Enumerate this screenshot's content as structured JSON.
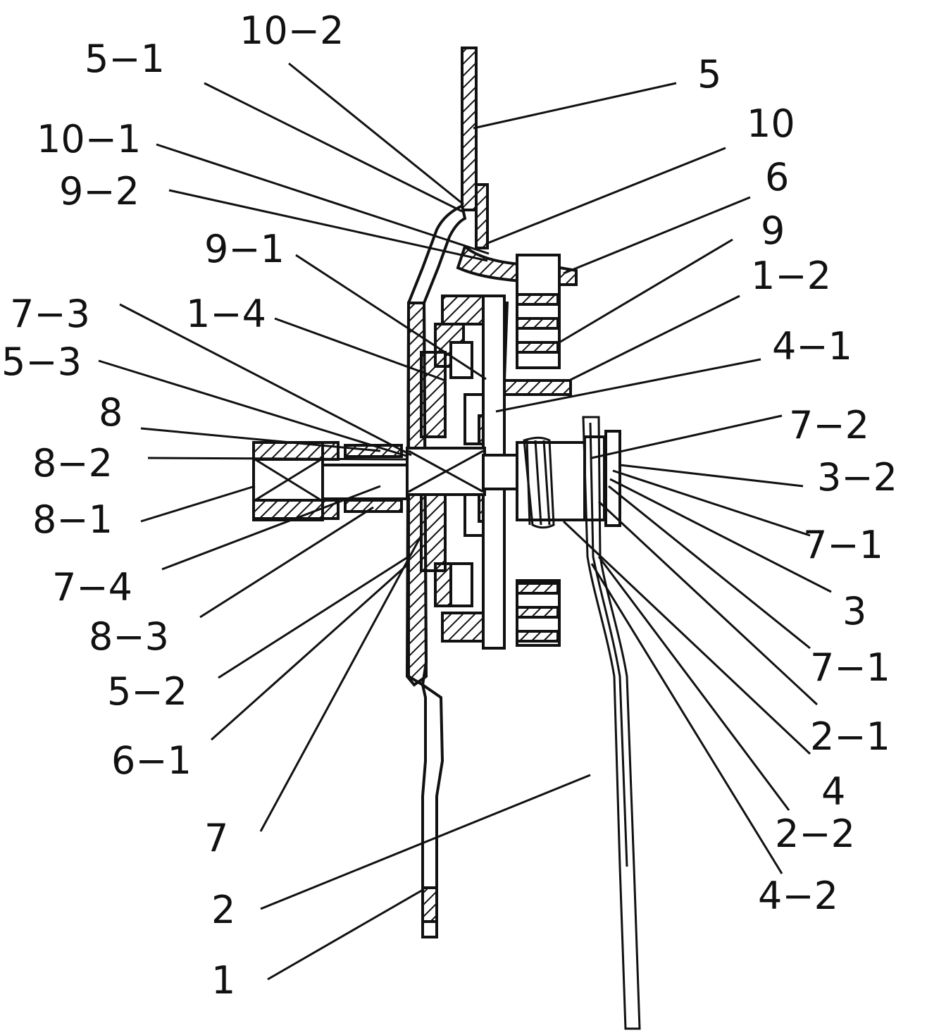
{
  "figure": {
    "labels": [
      {
        "id": "l-10-2",
        "text": "10−2"
      },
      {
        "id": "l-5-1",
        "text": "5−1"
      },
      {
        "id": "l-5",
        "text": "5"
      },
      {
        "id": "l-10",
        "text": "10"
      },
      {
        "id": "l-10-1",
        "text": "10−1"
      },
      {
        "id": "l-6",
        "text": "6"
      },
      {
        "id": "l-9-2",
        "text": "9−2"
      },
      {
        "id": "l-9",
        "text": "9"
      },
      {
        "id": "l-9-1",
        "text": "9−1"
      },
      {
        "id": "l-1-2",
        "text": "1−2"
      },
      {
        "id": "l-7-3",
        "text": "7−3"
      },
      {
        "id": "l-1-4",
        "text": "1−4"
      },
      {
        "id": "l-4-1",
        "text": "4−1"
      },
      {
        "id": "l-5-3",
        "text": "5−3"
      },
      {
        "id": "l-8",
        "text": "8"
      },
      {
        "id": "l-7-2",
        "text": "7−2"
      },
      {
        "id": "l-8-2",
        "text": "8−2"
      },
      {
        "id": "l-3-2",
        "text": "3−2"
      },
      {
        "id": "l-8-1",
        "text": "8−1"
      },
      {
        "id": "l-7-1a",
        "text": "7−1"
      },
      {
        "id": "l-7-4",
        "text": "7−4"
      },
      {
        "id": "l-3",
        "text": "3"
      },
      {
        "id": "l-8-3",
        "text": "8−3"
      },
      {
        "id": "l-7-1b",
        "text": "7−1"
      },
      {
        "id": "l-5-2",
        "text": "5−2"
      },
      {
        "id": "l-2-1",
        "text": "2−1"
      },
      {
        "id": "l-6-1",
        "text": "6−1"
      },
      {
        "id": "l-4",
        "text": "4"
      },
      {
        "id": "l-7",
        "text": "7"
      },
      {
        "id": "l-2-2",
        "text": "2−2"
      },
      {
        "id": "l-2",
        "text": "2"
      },
      {
        "id": "l-4-2",
        "text": "4−2"
      },
      {
        "id": "l-1",
        "text": "1"
      }
    ]
  }
}
